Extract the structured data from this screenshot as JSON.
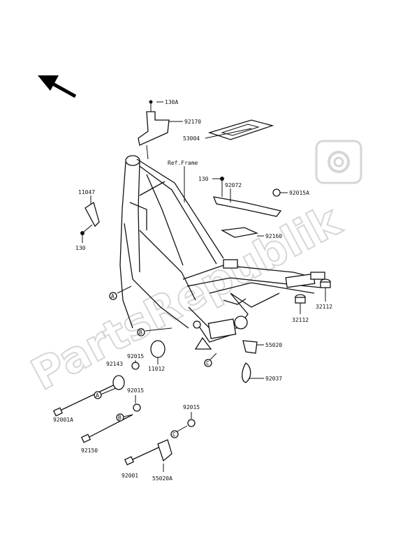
{
  "watermark": {
    "text": "PartsRepublik",
    "logo_icon": "gear-icon"
  },
  "direction_icon": "arrow-up-left-icon",
  "labels": {
    "p130A": "130A",
    "p92170": "92170",
    "p53004": "53004",
    "ref_frame": "Ref.Frame",
    "p130_top": "130",
    "p92072": "92072",
    "p92015A": "92015A",
    "p11047": "11047",
    "p130_left": "130",
    "p92160": "92160",
    "callA_1": "A",
    "p32112_r": "32112",
    "p32112_m": "32112",
    "callB_1": "B",
    "p55020": "55020",
    "callC_1": "C",
    "p11012": "11012",
    "p92015_a": "92015",
    "p92143": "92143",
    "p92037": "92037",
    "callA_2": "A",
    "p92015_b": "92015",
    "p92001A": "92001A",
    "callB_2": "B",
    "p92150": "92150",
    "p92015_c": "92015",
    "callC_2": "C",
    "p92001": "92001",
    "p55020A": "55020A"
  }
}
